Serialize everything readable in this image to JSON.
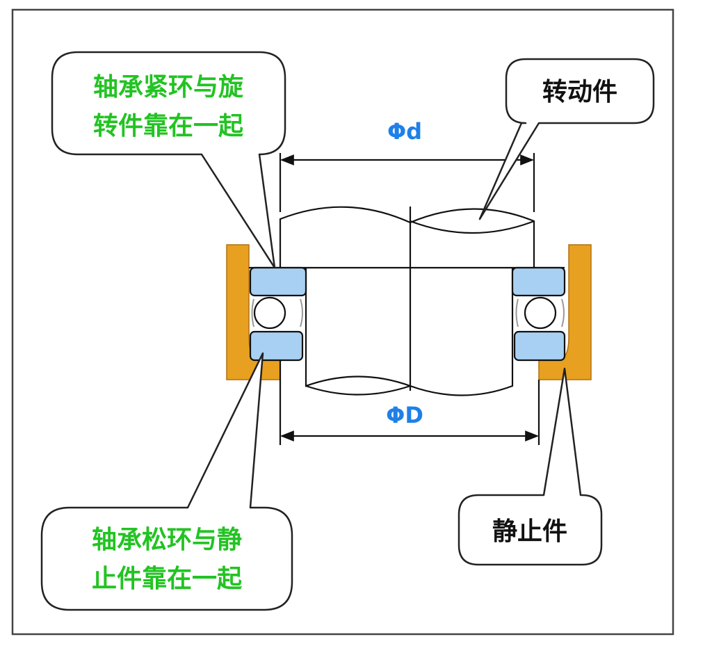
{
  "callouts": {
    "tight_ring": {
      "line1": "轴承紧环与旋",
      "line2": "转件靠在一起"
    },
    "rotating_part": {
      "label": "转动件"
    },
    "loose_ring": {
      "line1": "轴承松环与静",
      "line2": "止件靠在一起"
    },
    "stationary_part": {
      "label": "静止件"
    }
  },
  "dimensions": {
    "inner": "Φd",
    "outer": "ΦD"
  },
  "colors": {
    "housing": "#e8a020",
    "ring": "#a8d0f2",
    "green_text": "#22c322",
    "dimension_text": "#1e80e8"
  }
}
